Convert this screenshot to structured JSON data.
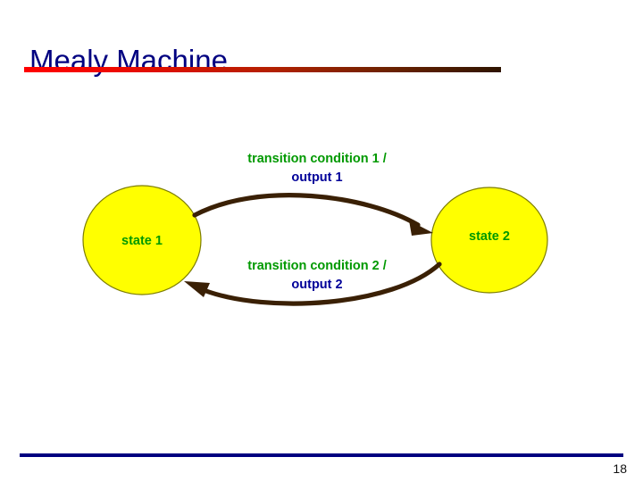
{
  "slide": {
    "title": "Mealy Machine",
    "number": "18",
    "title_color": "#000080",
    "rule_color_start": "#ff0000",
    "rule_color_end": "#2e1400",
    "footer_rule_color": "#000080",
    "background": "#ffffff"
  },
  "diagram": {
    "type": "state-machine",
    "state_fill": "#ffff00",
    "state_stroke": "#808000",
    "state_text_color": "#009900",
    "edge_color": "#3a2005",
    "condition_color": "#009900",
    "output_color": "#000099",
    "states": [
      {
        "id": "state1",
        "label": "state 1"
      },
      {
        "id": "state2",
        "label": "state 2"
      }
    ],
    "transitions": [
      {
        "id": "t1",
        "from": "state 1",
        "to": "state 2",
        "condition": "transition condition 1 /",
        "output": "output 1"
      },
      {
        "id": "t2",
        "from": "state 2",
        "to": "state 1",
        "condition": "transition condition 2 /",
        "output": "output 2"
      }
    ]
  }
}
